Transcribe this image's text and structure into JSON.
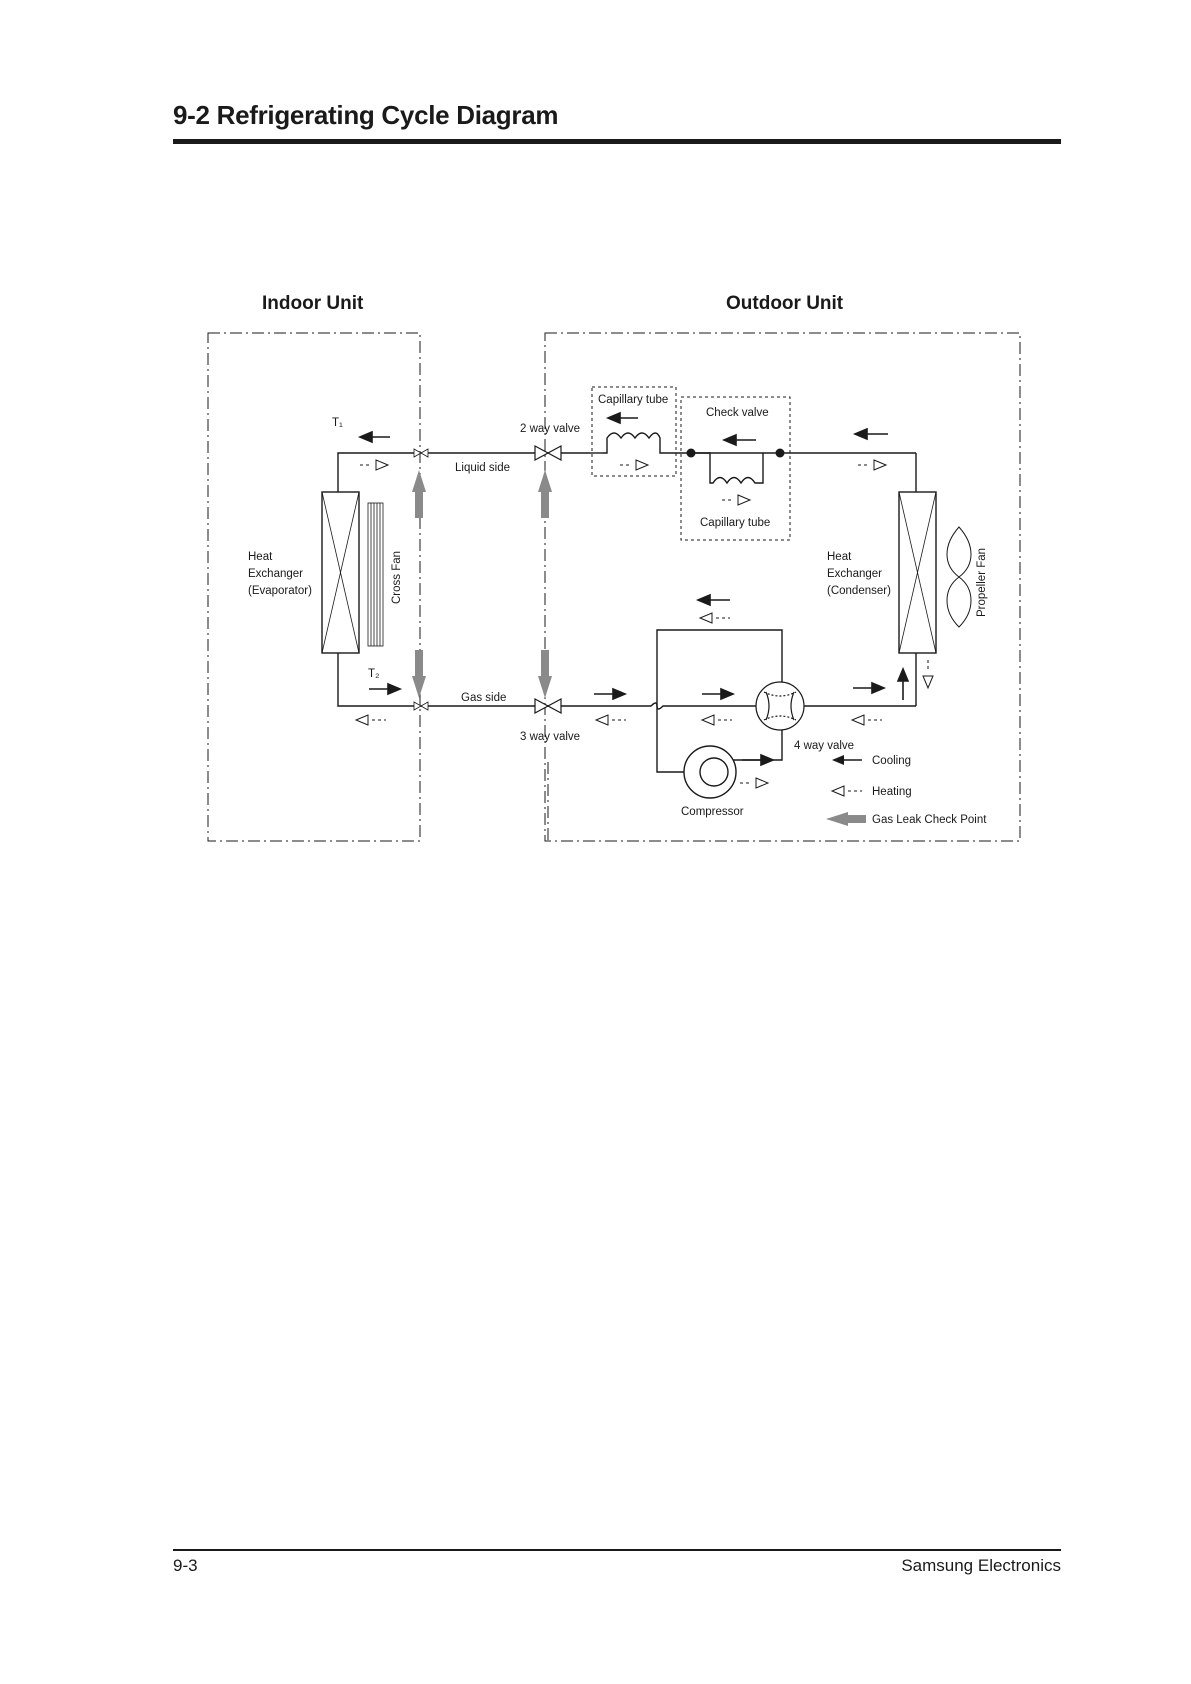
{
  "header": {
    "title": "9-2 Refrigerating Cycle Diagram"
  },
  "footer": {
    "page_number": "9-3",
    "brand": "Samsung Electronics"
  },
  "diagram": {
    "indoor_unit": "Indoor Unit",
    "outdoor_unit": "Outdoor Unit",
    "t1": "T₁",
    "t2": "T₂",
    "indoor_hx_line1": "Heat",
    "indoor_hx_line2": "Exchanger",
    "indoor_hx_line3": "(Evaporator)",
    "cross_fan": "Cross Fan",
    "liquid_side": "Liquid side",
    "gas_side": "Gas side",
    "two_way_valve": "2 way valve",
    "three_way_valve": "3 way valve",
    "capillary_tube_top": "Capillary tube",
    "check_valve": "Check valve",
    "capillary_tube_bottom": "Capillary tube",
    "outdoor_hx_line1": "Heat",
    "outdoor_hx_line2": "Exchanger",
    "outdoor_hx_line3": "(Condenser)",
    "propeller_fan": "Propeller Fan",
    "four_way_valve": "4 way valve",
    "compressor": "Compressor"
  },
  "legend": {
    "cooling": "Cooling",
    "heating": "Heating",
    "gas_leak": "Gas Leak Check Point"
  },
  "colors": {
    "line": "#1a1a1a",
    "gas_leak_arrow": "#8a8a8a"
  }
}
